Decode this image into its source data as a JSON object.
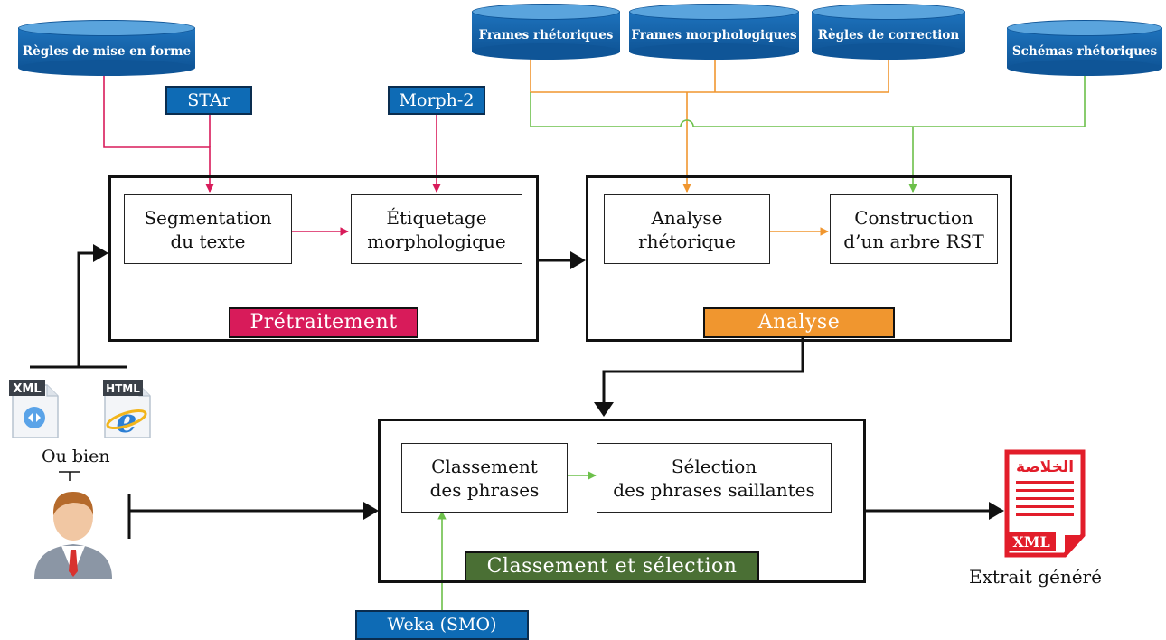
{
  "databases": {
    "regles_mise_en_forme": "Règles de mise en forme",
    "frames_rhetoriques": "Frames rhétoriques",
    "frames_morphologiques": "Frames morphologiques",
    "regles_correction": "Règles de correction",
    "schemas_rhetoriques": "Schémas rhétoriques"
  },
  "tools": {
    "star": "STAr",
    "morph2": "Morph-2",
    "weka": "Weka (SMO)"
  },
  "processes": {
    "segmentation_1": "Segmentation",
    "segmentation_2": "du texte",
    "etiquetage_1": "Étiquetage",
    "etiquetage_2": "morphologique",
    "analyse_rhet_1": "Analyse",
    "analyse_rhet_2": "rhétorique",
    "construction_1": "Construction",
    "construction_2": "d’un arbre RST",
    "classement_1": "Classement",
    "classement_2": "des phrases",
    "selection_1": "Sélection",
    "selection_2": "des phrases saillantes"
  },
  "stages": {
    "pretraitement": "Prétraitement",
    "analyse": "Analyse",
    "classement_selection": "Classement et sélection"
  },
  "inputs": {
    "xml_badge": "XML",
    "html_badge": "HTML",
    "ou_bien": "Ou bien"
  },
  "output": {
    "arabic_title": "الخلاصة",
    "xml_badge": "XML",
    "caption": "Extrait généré"
  },
  "colors": {
    "pretraitement": "#d81b5a",
    "analyse": "#f0962f",
    "classement_selection": "#4a6f34",
    "db_blue": "#0f5597",
    "tool_blue": "#0e6bb5",
    "orange_wire": "#f0962f",
    "green_wire": "#6cc04a",
    "pink_wire": "#d81b5a"
  }
}
